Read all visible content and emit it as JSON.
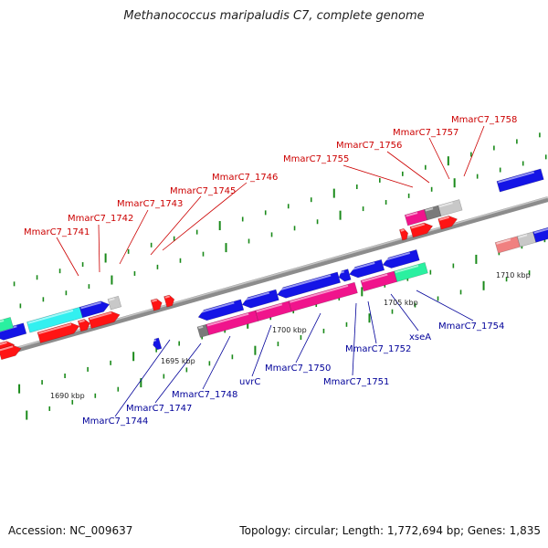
{
  "title": "Methanococcus maripaludis C7, complete genome",
  "footer": {
    "accession": "Accession: NC_009637",
    "summary": "Topology: circular; Length: 1,772,694 bp; Genes: 1,835"
  },
  "colors": {
    "top_label": "#cc0000",
    "bottom_label": "#000099",
    "backbone": "#8c8c8c",
    "ticks": "#1a8a1a",
    "red": "#ff1414",
    "blue": "#1414e6",
    "magenta": "#f0148c",
    "cyan": "#32f0f0",
    "gray": "#7a7a7a",
    "light_gray": "#c8c8c8",
    "spring_green": "#2af0a0",
    "salmon": "#f08080"
  },
  "kbp_labels": [
    "1690 kbp",
    "1695 kbp",
    "1700 kbp",
    "1705 kbp",
    "1710 kbp"
  ],
  "top_labels": [
    "MmarC7_1741",
    "MmarC7_1742",
    "MmarC7_1743",
    "MmarC7_1745",
    "MmarC7_1746",
    "MmarC7_1755",
    "MmarC7_1756",
    "MmarC7_1757",
    "MmarC7_1758"
  ],
  "bottom_labels": [
    "MmarC7_1744",
    "MmarC7_1747",
    "MmarC7_1748",
    "uvrC",
    "MmarC7_1750",
    "MmarC7_1751",
    "MmarC7_1752",
    "xseA",
    "MmarC7_1754"
  ]
}
